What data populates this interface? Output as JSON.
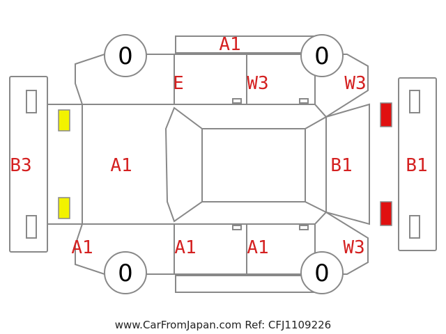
{
  "labels": {
    "roof_top": "A1",
    "front_left_door": "E",
    "rear_left_door": "W3",
    "rear_left_quarter": "W3",
    "front_bumper": "B3",
    "hood": "A1",
    "rear_hatch": "B1",
    "rear_bumper": "B1",
    "front_right_fender": "A1",
    "front_right_door": "A1",
    "rear_right_door": "A1",
    "rear_right_quarter": "W3"
  },
  "tires": {
    "front_left": "0",
    "rear_left": "0",
    "front_right": "0",
    "rear_right": "0"
  },
  "colors": {
    "code_text": "#d42020",
    "headlight": "#f2f200",
    "taillight": "#e01010",
    "outline": "#888888"
  },
  "footer": "www.CarFromJapan.com Ref: CFJ1109226"
}
